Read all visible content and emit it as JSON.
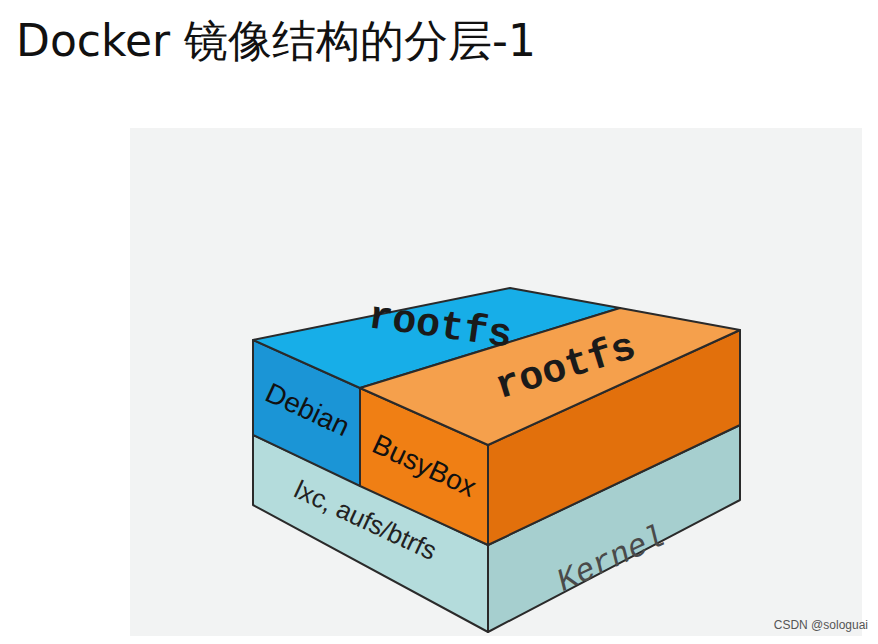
{
  "diagram": {
    "title": "Docker 镜像结构的分层-1",
    "nodes": [
      {
        "text": [
          "Debian",
          "rootfs"
        ]
      },
      {
        "text": [
          "BusyBox",
          "rootfs"
        ]
      },
      {
        "text": [
          "lxc, aufs/btrfs",
          "Kernel"
        ]
      }
    ],
    "labels": [
      "CSDN @sologuai"
    ]
  }
}
